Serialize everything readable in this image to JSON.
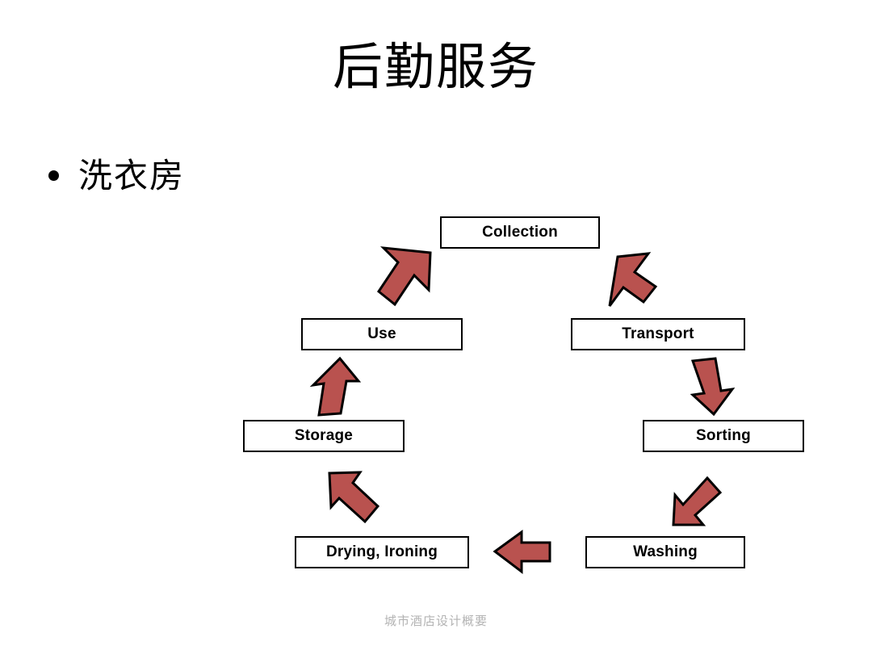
{
  "slide": {
    "title": "后勤服务",
    "bullets": [
      {
        "marker": "•",
        "text": "洗衣房"
      }
    ],
    "footer": "城市酒店设计概要",
    "colors": {
      "arrow_fill": "#b9524f",
      "arrow_outline": "#000000",
      "node_border": "#000000",
      "node_fill": "#ffffff",
      "text": "#000000",
      "footer_text": "#b3b3b3",
      "background": "#ffffff"
    }
  },
  "diagram": {
    "type": "cycle-flow",
    "nodes": [
      {
        "id": "collection",
        "label": "Collection"
      },
      {
        "id": "transport",
        "label": "Transport"
      },
      {
        "id": "sorting",
        "label": "Sorting"
      },
      {
        "id": "washing",
        "label": "Washing"
      },
      {
        "id": "drying",
        "label": "Drying, Ironing"
      },
      {
        "id": "storage",
        "label": "Storage"
      },
      {
        "id": "use",
        "label": "Use"
      }
    ],
    "arrows": [
      {
        "id": "collection-to-transport",
        "from": "collection",
        "to": "transport",
        "direction": "down-right"
      },
      {
        "id": "transport-to-sorting",
        "from": "transport",
        "to": "sorting",
        "direction": "down"
      },
      {
        "id": "sorting-to-washing",
        "from": "sorting",
        "to": "washing",
        "direction": "down-left"
      },
      {
        "id": "washing-to-drying",
        "from": "washing",
        "to": "drying",
        "direction": "left"
      },
      {
        "id": "drying-to-storage",
        "from": "drying",
        "to": "storage",
        "direction": "up-left"
      },
      {
        "id": "storage-to-use",
        "from": "storage",
        "to": "use",
        "direction": "up"
      },
      {
        "id": "use-to-collection",
        "from": "use",
        "to": "collection",
        "direction": "up-right"
      }
    ]
  }
}
